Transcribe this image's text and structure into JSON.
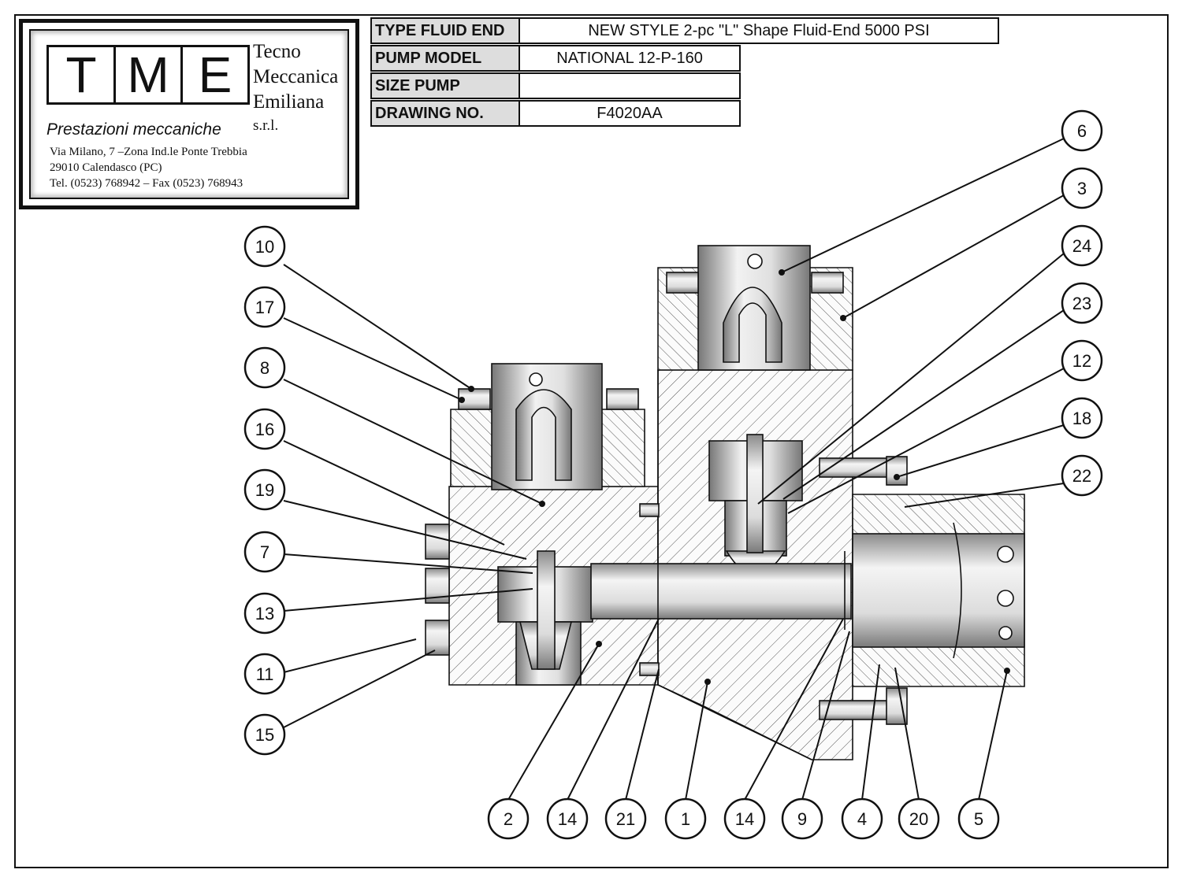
{
  "title_block": {
    "logo_letters": [
      "T",
      "M",
      "E"
    ],
    "company_lines": [
      "Tecno",
      "Meccanica",
      "Emiliana",
      "s.r.l."
    ],
    "slogan": "Prestazioni meccaniche",
    "address_lines": [
      "Via Milano, 7 –Zona Ind.le Ponte Trebbia",
      "29010 Calendasco (PC)",
      "Tel. (0523) 768942 – Fax (0523) 768943"
    ]
  },
  "info_table": [
    {
      "label": "TYPE FLUID END",
      "value": "NEW STYLE   2-pc \"L\" Shape Fluid-End    5000 PSI"
    },
    {
      "label": "PUMP MODEL",
      "value": "NATIONAL 12-P-160"
    },
    {
      "label": "SIZE PUMP",
      "value": ""
    },
    {
      "label": "DRAWING NO.",
      "value": "F4020AA"
    }
  ],
  "callouts_left": [
    "10",
    "17",
    "8",
    "16",
    "19",
    "7",
    "13",
    "11",
    "15"
  ],
  "callouts_right": [
    "6",
    "3",
    "24",
    "23",
    "12",
    "18",
    "22"
  ],
  "callouts_bottom": [
    "2",
    "14",
    "21",
    "1",
    "14",
    "9",
    "4",
    "20",
    "5"
  ],
  "colors": {
    "line": "#111111",
    "steel_light": "#eeeeee",
    "steel_dark": "#888888"
  }
}
